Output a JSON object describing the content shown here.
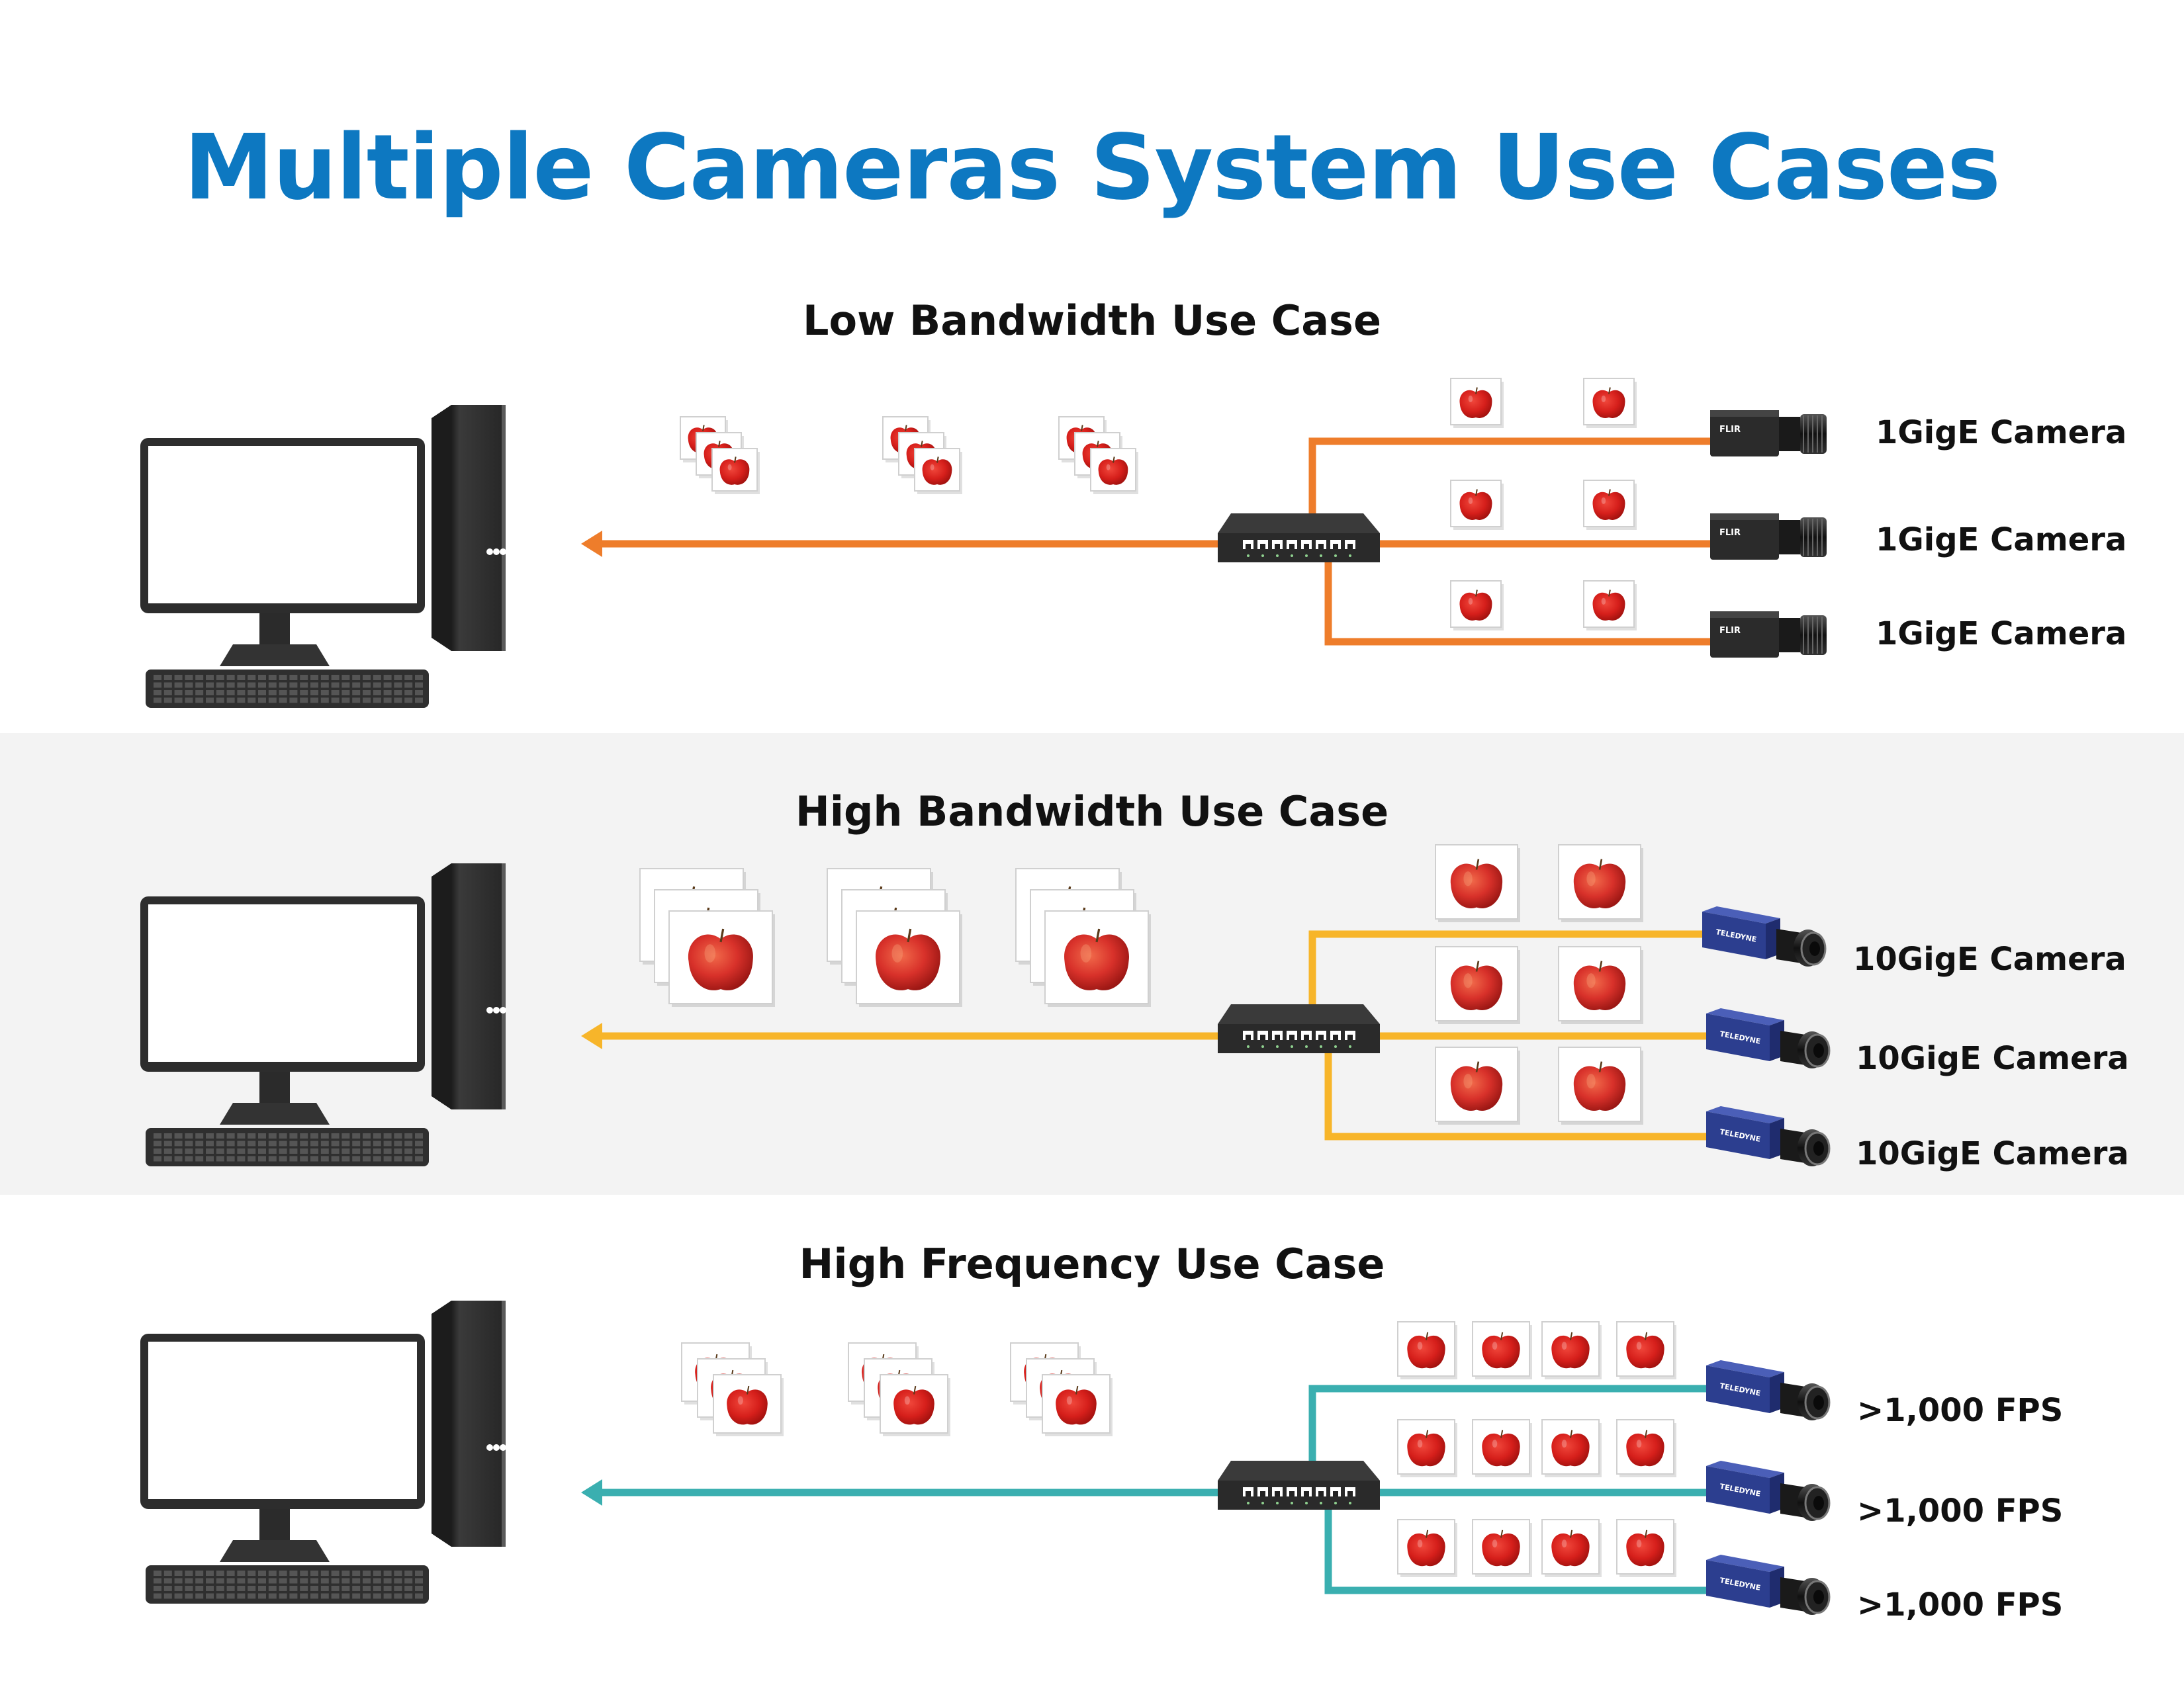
{
  "title": "Multiple Cameras System Use Cases",
  "colors": {
    "title": "#0d78c1",
    "low": "#ee7d2b",
    "high": "#f7b52a",
    "freq": "#3aafb0",
    "band": "#f3f3f3",
    "apple": "#d6231e"
  },
  "sections": [
    {
      "id": "low",
      "title": "Low Bandwidth Use Case",
      "camera_brand": "FLIR",
      "cameras": [
        "1GigE Camera",
        "1GigE Camera",
        "1GigE Camera"
      ]
    },
    {
      "id": "high",
      "title": "High Bandwidth Use Case",
      "camera_brand": "TELEDYNE",
      "cameras": [
        "10GigE Camera",
        "10GigE Camera",
        "10GigE Camera"
      ]
    },
    {
      "id": "freq",
      "title": "High Frequency Use Case",
      "camera_brand": "TELEDYNE",
      "cameras": [
        ">1,000 FPS",
        ">1,000 FPS",
        ">1,000 FPS"
      ]
    }
  ]
}
